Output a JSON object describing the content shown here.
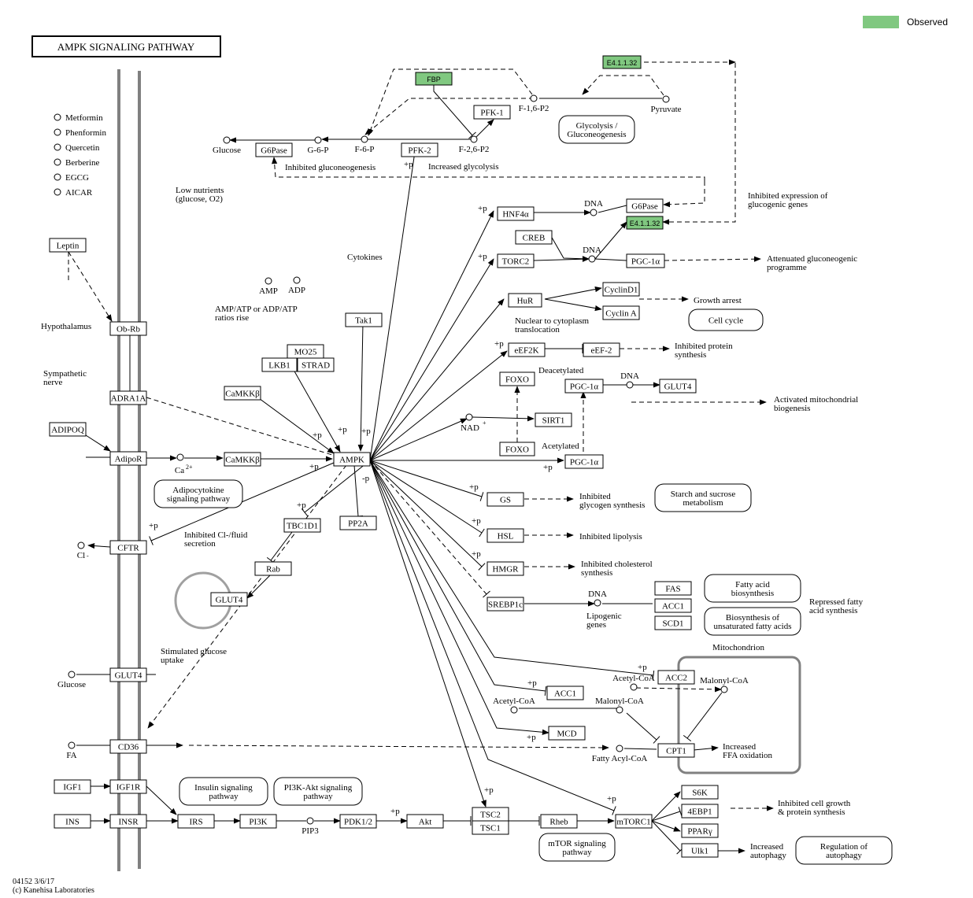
{
  "title": "AMPK  SIGNALING  PATHWAY",
  "legend": {
    "label": "Observed",
    "color": "#80c880"
  },
  "footer": {
    "line1": "04152 3/6/17",
    "line2": "(c) Kanehisa Laboratories"
  },
  "genes": [
    {
      "id": "fbp",
      "label": "FBP",
      "observed": true
    },
    {
      "id": "e4top",
      "label": "E4.1.1.32",
      "observed": true
    },
    {
      "id": "e4mid",
      "label": "E4.1.1.32",
      "observed": true
    },
    {
      "id": "pfk1",
      "label": "PFK-1",
      "observed": false
    },
    {
      "id": "g6pase1",
      "label": "G6Pase",
      "observed": false
    },
    {
      "id": "pfk2",
      "label": "PFK-2",
      "observed": false
    },
    {
      "id": "g6pase2",
      "label": "G6Pase",
      "observed": false
    },
    {
      "id": "hnf4a",
      "label": "HNF4α",
      "observed": false
    },
    {
      "id": "creb",
      "label": "CREB",
      "observed": false
    },
    {
      "id": "torc2",
      "label": "TORC2",
      "observed": false
    },
    {
      "id": "pgc1a1",
      "label": "PGC-1α",
      "observed": false
    },
    {
      "id": "hur",
      "label": "HuR",
      "observed": false
    },
    {
      "id": "cyclind1",
      "label": "CyclinD1",
      "observed": false
    },
    {
      "id": "cyclina",
      "label": "Cyclin A",
      "observed": false
    },
    {
      "id": "eef2k",
      "label": "eEF2K",
      "observed": false
    },
    {
      "id": "eef2",
      "label": "eEF-2",
      "observed": false
    },
    {
      "id": "foxo1",
      "label": "FOXO",
      "observed": false
    },
    {
      "id": "pgc1a2",
      "label": "PGC-1α",
      "observed": false
    },
    {
      "id": "glut4b",
      "label": "GLUT4",
      "observed": false
    },
    {
      "id": "sirt1",
      "label": "SIRT1",
      "observed": false
    },
    {
      "id": "foxo2",
      "label": "FOXO",
      "observed": false
    },
    {
      "id": "pgc1a3",
      "label": "PGC-1α",
      "observed": false
    },
    {
      "id": "gs",
      "label": "GS",
      "observed": false
    },
    {
      "id": "hsl",
      "label": "HSL",
      "observed": false
    },
    {
      "id": "hmgr",
      "label": "HMGR",
      "observed": false
    },
    {
      "id": "srebp1c",
      "label": "SREBP1c",
      "observed": false
    },
    {
      "id": "fas",
      "label": "FAS",
      "observed": false
    },
    {
      "id": "acc1b",
      "label": "ACC1",
      "observed": false
    },
    {
      "id": "scd1",
      "label": "SCD1",
      "observed": false
    },
    {
      "id": "acc2",
      "label": "ACC2",
      "observed": false
    },
    {
      "id": "acc1a",
      "label": "ACC1",
      "observed": false
    },
    {
      "id": "mcd",
      "label": "MCD",
      "observed": false
    },
    {
      "id": "cpt1",
      "label": "CPT1",
      "observed": false
    },
    {
      "id": "leptin",
      "label": "Leptin",
      "observed": false
    },
    {
      "id": "obrb",
      "label": "Ob-Rb",
      "observed": false
    },
    {
      "id": "adra1a",
      "label": "ADRA1A",
      "observed": false
    },
    {
      "id": "adipoq",
      "label": "ADIPOQ",
      "observed": false
    },
    {
      "id": "adipor",
      "label": "AdipoR",
      "observed": false
    },
    {
      "id": "camkkb1",
      "label": "CaMKKβ",
      "observed": false
    },
    {
      "id": "camkkb2",
      "label": "CaMKKβ",
      "observed": false
    },
    {
      "id": "mo25",
      "label": "MO25",
      "observed": false
    },
    {
      "id": "lkb1",
      "label": "LKB1",
      "observed": false
    },
    {
      "id": "strad",
      "label": "STRAD",
      "observed": false
    },
    {
      "id": "tak1",
      "label": "Tak1",
      "observed": false
    },
    {
      "id": "ampk",
      "label": "AMPK",
      "observed": false
    },
    {
      "id": "tbc1d1",
      "label": "TBC1D1",
      "observed": false
    },
    {
      "id": "pp2a",
      "label": "PP2A",
      "observed": false
    },
    {
      "id": "rab",
      "label": "Rab",
      "observed": false
    },
    {
      "id": "glut4a",
      "label": "GLUT4",
      "observed": false
    },
    {
      "id": "cftr",
      "label": "CFTR",
      "observed": false
    },
    {
      "id": "glut4c",
      "label": "GLUT4",
      "observed": false
    },
    {
      "id": "cd36",
      "label": "CD36",
      "observed": false
    },
    {
      "id": "igf1",
      "label": "IGF1",
      "observed": false
    },
    {
      "id": "igf1r",
      "label": "IGF1R",
      "observed": false
    },
    {
      "id": "ins",
      "label": "INS",
      "observed": false
    },
    {
      "id": "insr",
      "label": "INSR",
      "observed": false
    },
    {
      "id": "irs",
      "label": "IRS",
      "observed": false
    },
    {
      "id": "pi3k",
      "label": "PI3K",
      "observed": false
    },
    {
      "id": "pdk12",
      "label": "PDK1/2",
      "observed": false
    },
    {
      "id": "akt",
      "label": "Akt",
      "observed": false
    },
    {
      "id": "tsc2",
      "label": "TSC2",
      "observed": false
    },
    {
      "id": "tsc1",
      "label": "TSC1",
      "observed": false
    },
    {
      "id": "rheb",
      "label": "Rheb",
      "observed": false
    },
    {
      "id": "mtorc1",
      "label": "mTORC1",
      "observed": false
    },
    {
      "id": "s6k",
      "label": "S6K",
      "observed": false
    },
    {
      "id": "ebp1",
      "label": "4EBP1",
      "observed": false
    },
    {
      "id": "ppary",
      "label": "PPARγ",
      "observed": false
    },
    {
      "id": "ulk1",
      "label": "Ulk1",
      "observed": false
    }
  ],
  "maps": [
    {
      "id": "glyco",
      "lines": [
        "Glycolysis /",
        "Gluconeogenesis"
      ]
    },
    {
      "id": "cellcycle",
      "lines": [
        "Cell cycle"
      ]
    },
    {
      "id": "adipocyto",
      "lines": [
        "Adipocytokine",
        "signaling pathway"
      ]
    },
    {
      "id": "starch",
      "lines": [
        "Starch and sucrose",
        "metabolism"
      ]
    },
    {
      "id": "fattyacid",
      "lines": [
        "Fatty acid",
        "biosynthesis"
      ]
    },
    {
      "id": "unsat",
      "lines": [
        "Biosynthesis of",
        "unsaturated fatty acids"
      ]
    },
    {
      "id": "insulin",
      "lines": [
        "Insulin signaling",
        "pathway"
      ]
    },
    {
      "id": "pi3kakt",
      "lines": [
        "PI3K-Akt signaling",
        "pathway"
      ]
    },
    {
      "id": "mtor",
      "lines": [
        "mTOR signaling",
        "pathway"
      ]
    },
    {
      "id": "autophagy",
      "lines": [
        "Regulation of",
        "autophagy"
      ]
    }
  ],
  "compounds": [
    {
      "id": "metformin",
      "label": "Metformin"
    },
    {
      "id": "phenformin",
      "label": "Phenformin"
    },
    {
      "id": "quercetin",
      "label": "Quercetin"
    },
    {
      "id": "berberine",
      "label": "Berberine"
    },
    {
      "id": "egcg",
      "label": "EGCG"
    },
    {
      "id": "aicar",
      "label": "AICAR"
    },
    {
      "id": "glucose1",
      "label": "Glucose"
    },
    {
      "id": "g6p",
      "label": "G-6-P"
    },
    {
      "id": "f6p",
      "label": "F-6-P"
    },
    {
      "id": "f26p2",
      "label": "F-2,6-P2"
    },
    {
      "id": "f16p2",
      "label": "F-1,6-P2"
    },
    {
      "id": "pyruvate",
      "label": "Pyruvate"
    },
    {
      "id": "amp",
      "label": "AMP"
    },
    {
      "id": "adp",
      "label": "ADP"
    },
    {
      "id": "ca",
      "label": "Ca"
    },
    {
      "id": "nad",
      "label": "NAD"
    },
    {
      "id": "cl",
      "label": "Cl"
    },
    {
      "id": "glucose2",
      "label": "Glucose"
    },
    {
      "id": "fa",
      "label": "FA"
    },
    {
      "id": "pip3",
      "label": "PIP3"
    },
    {
      "id": "acetylcoa1",
      "label": "Acetyl-CoA"
    },
    {
      "id": "acetylcoa2",
      "label": "Acetyl-CoA"
    },
    {
      "id": "malonylcoa1",
      "label": "Malonyl-CoA"
    },
    {
      "id": "malonylcoa2",
      "label": "Malonyl-CoA"
    },
    {
      "id": "fattyacylcoa",
      "label": "Fatty Acyl-CoA"
    },
    {
      "id": "dna1",
      "label": "DNA"
    },
    {
      "id": "dna2",
      "label": "DNA"
    },
    {
      "id": "dna3",
      "label": "DNA"
    },
    {
      "id": "dna4",
      "label": "DNA"
    }
  ],
  "texts": [
    {
      "id": "inhgluco",
      "lines": [
        "Inhibited gluconeogenesis"
      ]
    },
    {
      "id": "incglyco",
      "lines": [
        "Increased glycolysis"
      ]
    },
    {
      "id": "inhexpr",
      "lines": [
        "Inhibited expression of",
        "glucogenic genes"
      ]
    },
    {
      "id": "attgluco",
      "lines": [
        "Attenuated gluconeogenic",
        "programme"
      ]
    },
    {
      "id": "growth",
      "lines": [
        "Growth arrest"
      ]
    },
    {
      "id": "nuctrans",
      "lines": [
        "Nuclear to cytoplasm",
        "translocation"
      ]
    },
    {
      "id": "inhprot",
      "lines": [
        "Inhibited protein",
        "synthesis"
      ]
    },
    {
      "id": "deacet",
      "lines": [
        "Deacetylated"
      ]
    },
    {
      "id": "actmito",
      "lines": [
        "Activated mitochondrial",
        "biogenesis"
      ]
    },
    {
      "id": "acet",
      "lines": [
        "Acetylated"
      ]
    },
    {
      "id": "inhglyc",
      "lines": [
        "Inhibited",
        "glycogen synthesis"
      ]
    },
    {
      "id": "inhlipo",
      "lines": [
        "Inhibited lipolysis"
      ]
    },
    {
      "id": "inhchol",
      "lines": [
        "Inhibited cholesterol",
        "synthesis"
      ]
    },
    {
      "id": "lipogenic",
      "lines": [
        "Lipogenic",
        "genes"
      ]
    },
    {
      "id": "repressed",
      "lines": [
        "Repressed fatty",
        "acid synthesis"
      ]
    },
    {
      "id": "mito",
      "lines": [
        "Mitochondrion"
      ]
    },
    {
      "id": "incffa",
      "lines": [
        "Increased",
        "FFA oxidation"
      ]
    },
    {
      "id": "inhcell",
      "lines": [
        "Inhibited cell growth",
        "& protein synthesis"
      ]
    },
    {
      "id": "incauto",
      "lines": [
        "Increased",
        "autophagy"
      ]
    },
    {
      "id": "lownut",
      "lines": [
        "Low nutrients",
        "(glucose, O2)"
      ]
    },
    {
      "id": "cytokines",
      "lines": [
        "Cytokines"
      ]
    },
    {
      "id": "ratio",
      "lines": [
        "AMP/ATP or ADP/ATP",
        "ratios rise"
      ]
    },
    {
      "id": "hypo",
      "lines": [
        "Hypothalamus"
      ]
    },
    {
      "id": "symp",
      "lines": [
        "Sympathetic",
        "nerve"
      ]
    },
    {
      "id": "inhcl",
      "lines": [
        "Inhibited Cl-/fluid",
        "secretion"
      ]
    },
    {
      "id": "stimglu",
      "lines": [
        "Stimulated glucose",
        "uptake"
      ]
    }
  ],
  "markers": {
    "plus_p": "+p",
    "minus_p": "-p",
    "ca_sup": "2+",
    "nad_sup": "+",
    "cl_sup": "-"
  }
}
